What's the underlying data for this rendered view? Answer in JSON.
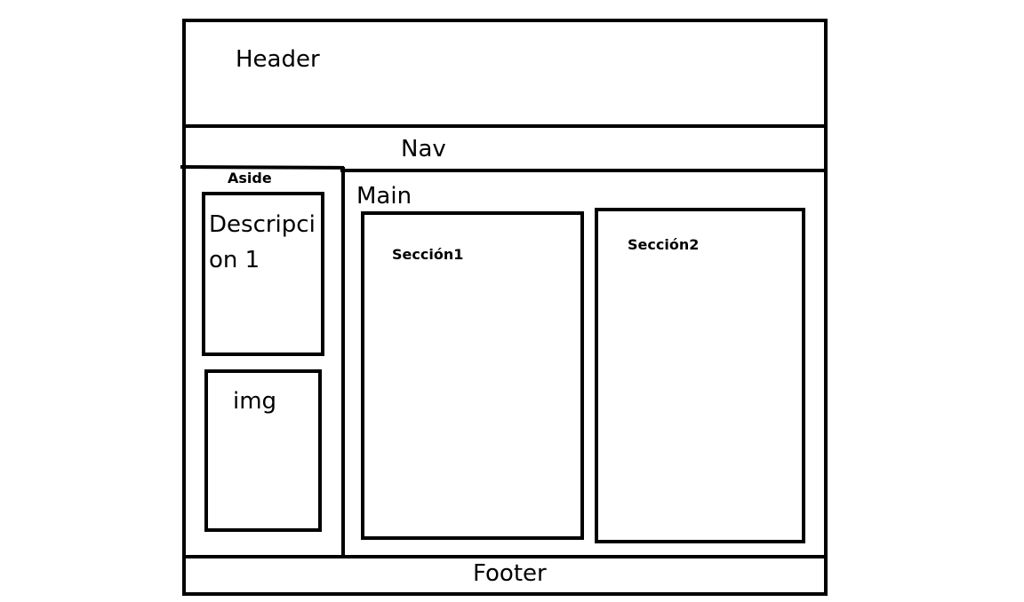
{
  "regions": {
    "header": "Header",
    "nav": "Nav",
    "aside": "Aside",
    "main": "Main",
    "descripcion": "Descripcion 1",
    "img": "img",
    "seccion1": "Sección1",
    "seccion2": "Sección2",
    "footer": "Footer"
  },
  "colors": {
    "stroke": "#000000",
    "background": "#ffffff"
  }
}
